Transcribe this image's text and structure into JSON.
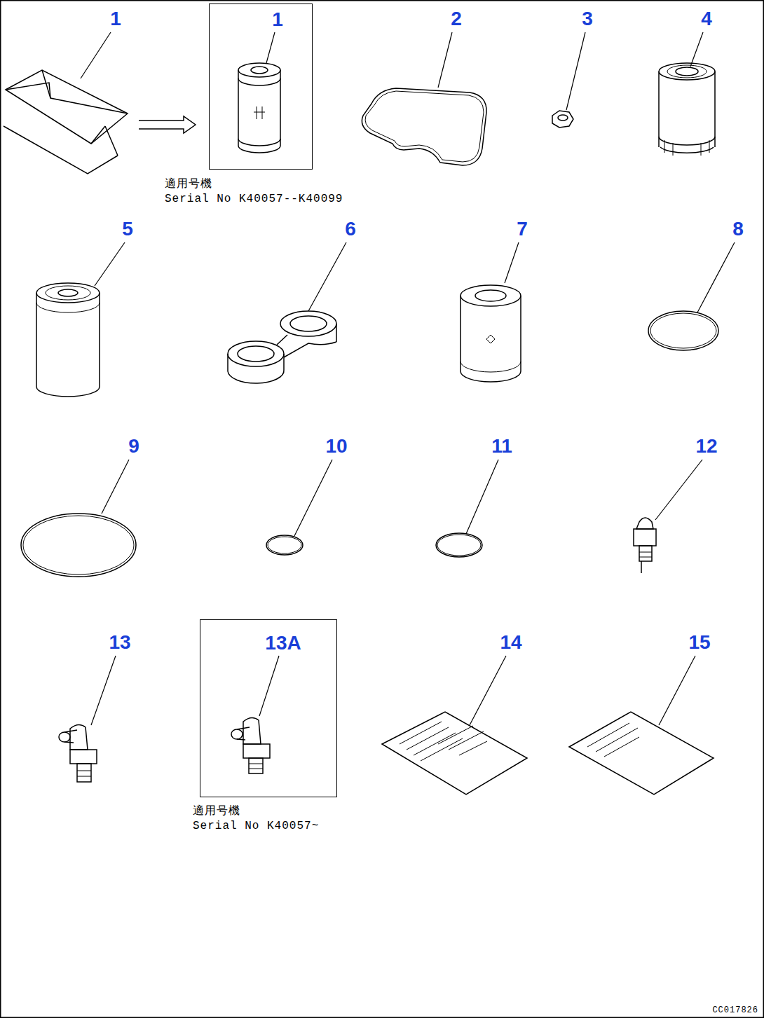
{
  "diagram": {
    "nodes": [
      {
        "text": [
          "1",
          "適用号機",
          "Serial No K40057--K40099"
        ]
      },
      {
        "text": [
          "13A",
          "適用号機",
          "Serial No K40057~"
        ]
      }
    ],
    "labels": [
      "1",
      "2",
      "3",
      "4",
      "5",
      "6",
      "7",
      "8",
      "9",
      "10",
      "11",
      "12",
      "13",
      "14",
      "15",
      "CC017826"
    ]
  }
}
